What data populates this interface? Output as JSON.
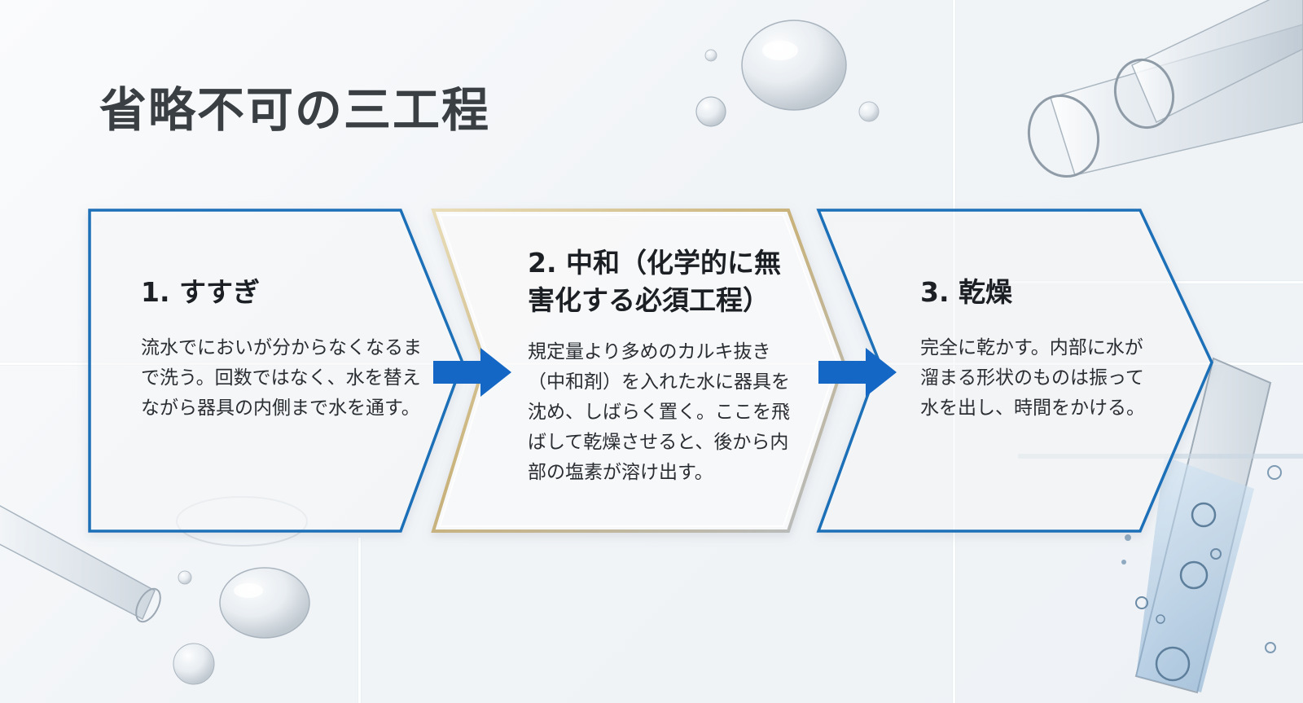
{
  "slide": {
    "title": "省略不可の三工程"
  },
  "steps": [
    {
      "heading": "1. すすぎ",
      "body": "流水でにおいが分からなくなるまで洗う。回数ではなく、水を替えながら器具の内側まで水を通す。",
      "frame_color": "#1e6fb8"
    },
    {
      "heading": "2. 中和（化学的に無害化する必須工程）",
      "body": "規定量より多めのカルキ抜き（中和剤）を入れた水に器具を沈め、しばらく置く。ここを飛ばして乾燥させると、後から内部の塩素が溶け出す。",
      "frame_color": "#c9b27a",
      "highlighted": true
    },
    {
      "heading": "3. 乾燥",
      "body": "完全に乾かす。内部に水が溜まる形状のものは振って水を出し、時間をかける。",
      "frame_color": "#1e6fb8"
    }
  ],
  "connectors": {
    "icon": "right-arrow-icon",
    "color": "#1467c4"
  },
  "decorations": [
    "water-droplet-icon",
    "test-tube-icon"
  ]
}
